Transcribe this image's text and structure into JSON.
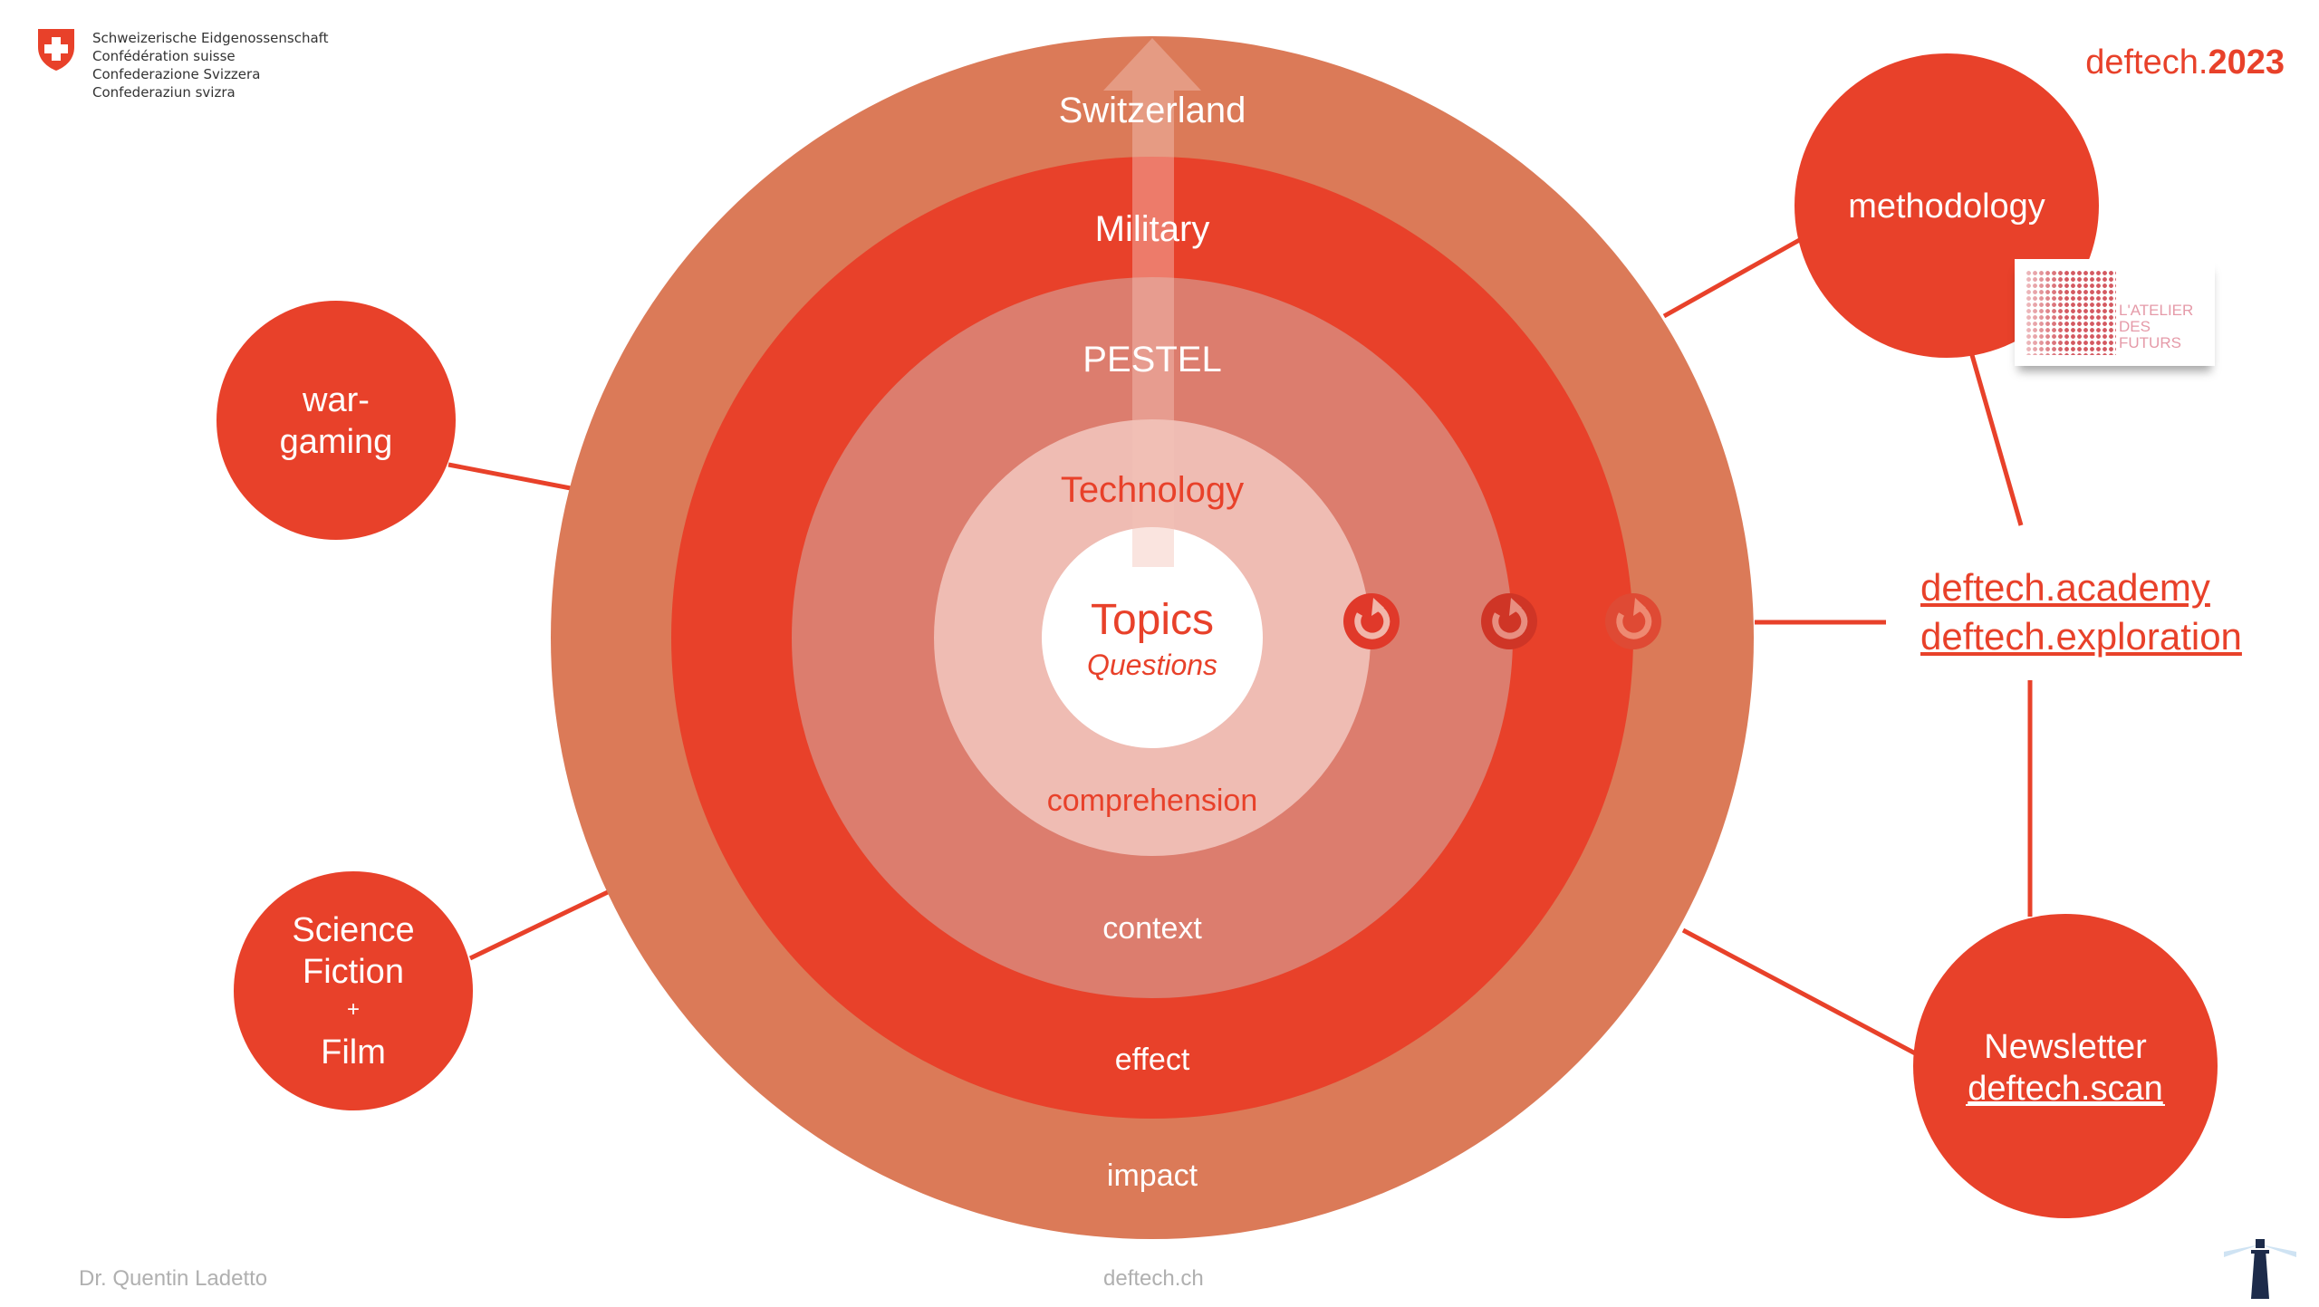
{
  "header": {
    "federal_lines": [
      "Schweizerische Eidgenossenschaft",
      "Confédération suisse",
      "Confederazione Svizzera",
      "Confederaziun svizra"
    ],
    "brand_prefix": "deftech.",
    "brand_year": "2023"
  },
  "rings": {
    "switzerland": "Switzerland",
    "military": "Military",
    "pestel": "PESTEL",
    "technology": "Technology",
    "topics": "Topics",
    "questions": "Questions",
    "comprehension": "comprehension",
    "context": "context",
    "effect": "effect",
    "impact": "impact"
  },
  "satellites": {
    "wargaming": [
      "war-",
      "gaming"
    ],
    "scifi": [
      "Science",
      "Fiction",
      "+",
      "Film"
    ],
    "methodology": "methodology",
    "newsletter": "Newsletter",
    "newsletter_link": "deftech.scan"
  },
  "links": {
    "academy": "deftech.academy",
    "exploration": "deftech.exploration"
  },
  "partner_logo": {
    "lines": [
      "L'ATELIER",
      "DES",
      "FUTURS"
    ]
  },
  "footer": {
    "author": "Dr. Quentin Ladetto",
    "site": "deftech.ch"
  },
  "colors": {
    "outer": "#db7a58",
    "military": "#e8412a",
    "pestel": "#dc7d6e",
    "technology": "#efbcb3",
    "accent": "#e8412a"
  }
}
